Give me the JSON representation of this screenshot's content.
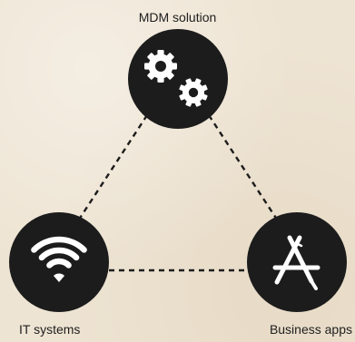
{
  "nodes": {
    "mdm": {
      "label": "MDM solution",
      "icon": "gears-icon"
    },
    "it": {
      "label": "IT systems",
      "icon": "wifi-icon"
    },
    "business": {
      "label": "Business apps",
      "icon": "app-store-icon"
    }
  },
  "colors": {
    "background": "#eee4d3",
    "node_fill": "#1c1c1c",
    "icon": "#ffffff",
    "connector": "#1c1c1c"
  }
}
